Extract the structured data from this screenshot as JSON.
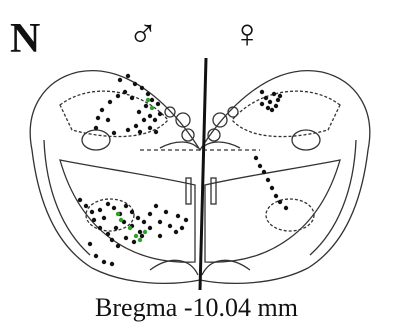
{
  "panel_label": "N",
  "male_symbol": "♂",
  "female_symbol": "♀",
  "caption": "Bregma -10.04 mm",
  "colors": {
    "outline": "#333333",
    "dot_black": "#111111",
    "dot_green": "#2ea02e",
    "midline": "#111111"
  },
  "dot_groups": {
    "left_black_count": 66,
    "left_green_count": 8,
    "right_black_count": 18
  }
}
